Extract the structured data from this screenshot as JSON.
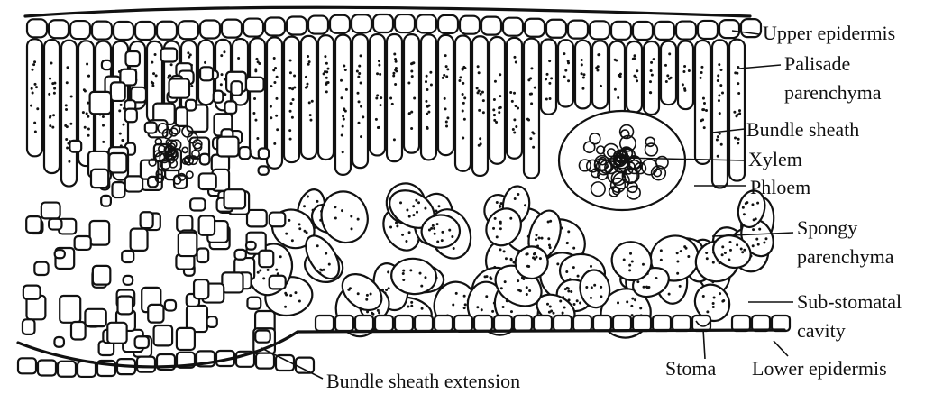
{
  "labels": {
    "upper_epidermis": "Upper epidermis",
    "palisade_1": "Palisade",
    "palisade_2": "parenchyma",
    "bundle_sheath": "Bundle sheath",
    "xylem": "Xylem",
    "phloem": "Phloem",
    "spongy_1": "Spongy",
    "spongy_2": "parenchyma",
    "substomatal_1": "Sub-stomatal",
    "substomatal_2": "cavity",
    "stoma": "Stoma",
    "lower_epidermis": "Lower epidermis",
    "bundle_sheath_extension": "Bundle sheath extension"
  },
  "colors": {
    "ink": "#111111",
    "paper": "#ffffff"
  }
}
